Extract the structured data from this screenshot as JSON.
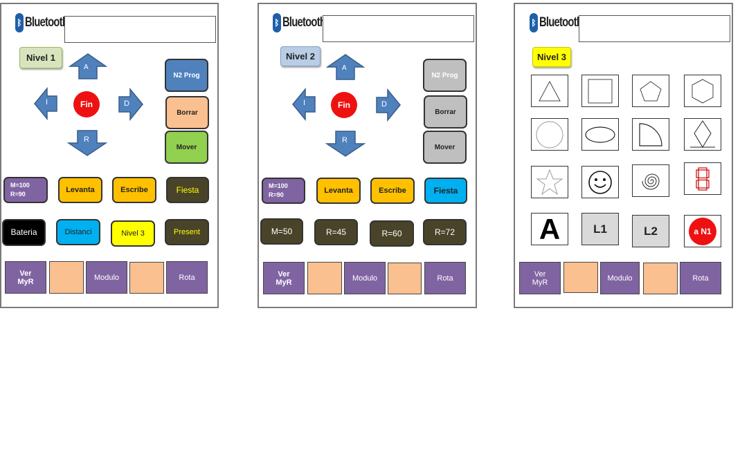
{
  "brand": "Bluetooth",
  "colors": {
    "arrow": "#4f81bd",
    "fin": "#ee1111",
    "purple": "#8064a2",
    "orange": "#ffc000",
    "dark": "#494429",
    "peach": "#fac090",
    "blue_btn": "#4f81bd",
    "green_btn": "#92d050",
    "gray_btn": "#bfbfbf",
    "cyan": "#00b0f0",
    "yellow": "#ffff00"
  },
  "panel1": {
    "level": "Nivel 1",
    "arrows": {
      "up": "A",
      "left": "I",
      "right": "D",
      "down": "R"
    },
    "fin": "Fin",
    "side": [
      "N2 Prog",
      "Borrar",
      "Mover"
    ],
    "row1": [
      "M=100\nR=90",
      "Levanta",
      "Escribe",
      "Fiesta"
    ],
    "row2": [
      "Bateria",
      "Distanci",
      "Nivel 3",
      "Present"
    ],
    "bottom": [
      "Ver\nMyR",
      "",
      "Modulo",
      "",
      "Rota"
    ]
  },
  "panel2": {
    "level": "Nivel 2",
    "arrows": {
      "up": "A",
      "left": "I",
      "right": "D",
      "down": "R"
    },
    "fin": "Fin",
    "side": [
      "N2 Prog",
      "Borrar",
      "Mover"
    ],
    "row1": [
      "M=100\nR=90",
      "Levanta",
      "Escribe",
      "Fiesta"
    ],
    "row2": [
      "M=50",
      "R=45",
      "R=60",
      "R=72"
    ],
    "bottom": [
      "Ver\nMyR",
      "",
      "Modulo",
      "",
      "Rota"
    ]
  },
  "panel3": {
    "level": "Nivel 3",
    "shapes": [
      "triangle-icon",
      "square-icon",
      "pentagon-icon",
      "hexagon-icon",
      "circle-icon",
      "ellipse-icon",
      "quarter-circle-icon",
      "diamond-icon",
      "star-icon",
      "smiley-icon",
      "spiral-icon",
      "seven-segment-icon"
    ],
    "letter": "A",
    "l1": "L1",
    "l2": "L2",
    "back": "a N1",
    "bottom": [
      "Ver\nMyR",
      "",
      "Modulo",
      "",
      "Rota"
    ]
  }
}
